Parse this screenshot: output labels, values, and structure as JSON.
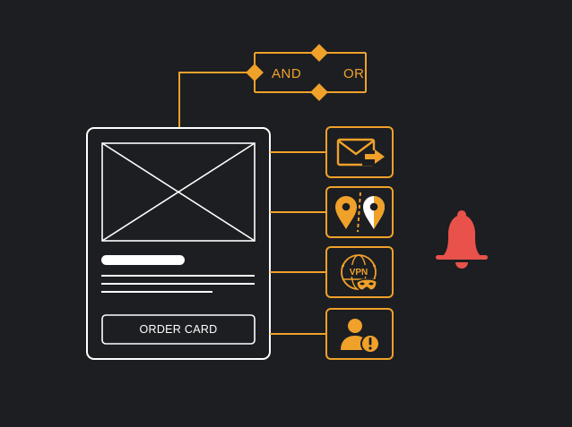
{
  "colors": {
    "background": "#1c1e22",
    "accent": "#f0a12a",
    "outline": "#ffffff",
    "alert": "#e8524a"
  },
  "logic_gate": {
    "and_label": "AND",
    "or_label": "OR"
  },
  "card_mockup": {
    "image_placeholder_icon": "image-placeholder-icon",
    "button_label": "ORDER CARD"
  },
  "checks": [
    {
      "icon": "email-forward-icon"
    },
    {
      "icon": "location-compare-icon"
    },
    {
      "icon": "vpn-mask-icon",
      "text": "VPN"
    },
    {
      "icon": "user-alert-icon"
    }
  ],
  "alert": {
    "icon": "bell-icon"
  }
}
